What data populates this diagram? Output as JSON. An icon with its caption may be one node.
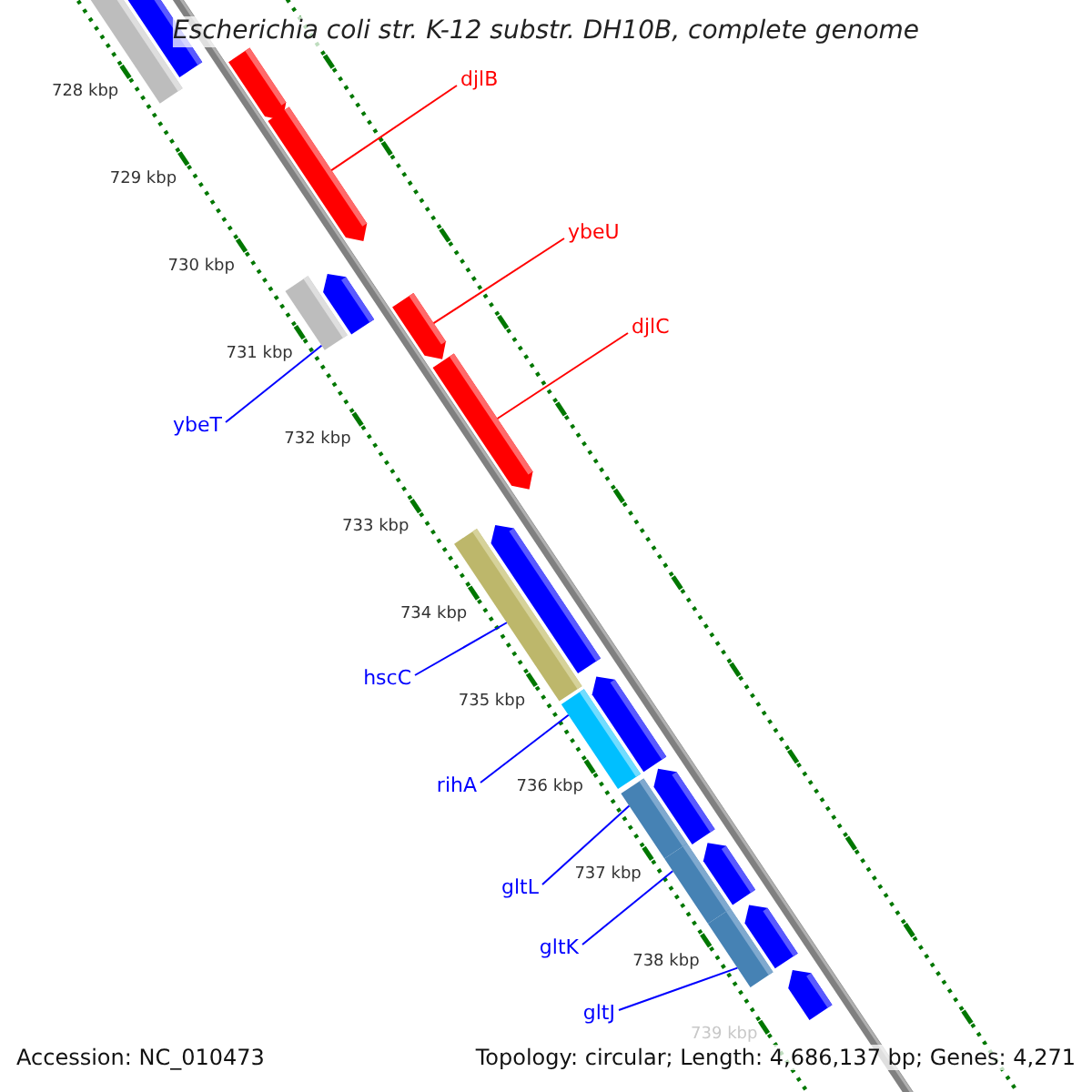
{
  "diagram": {
    "title": "Escherichia coli str. K-12 substr. DH10B, complete genome",
    "nodes": [
      {
        "text": [
          "djlB"
        ]
      },
      {
        "text": [
          "ybeU"
        ]
      },
      {
        "text": [
          "djlC"
        ]
      },
      {
        "text": [
          "ybeT"
        ]
      },
      {
        "text": [
          "hscC"
        ]
      },
      {
        "text": [
          "rihA"
        ]
      },
      {
        "text": [
          "gltL"
        ]
      },
      {
        "text": [
          "gltK"
        ]
      },
      {
        "text": [
          "gltJ"
        ]
      },
      {
        "text": [],
        "shape": "bar"
      },
      {
        "text": [],
        "shape": "bar"
      },
      {
        "text": [],
        "shape": "bar"
      },
      {
        "text": [],
        "shape": "bar"
      },
      {
        "text": [],
        "shape": "bar"
      },
      {
        "text": [],
        "shape": "bar"
      },
      {
        "text": [],
        "shape": "bar"
      },
      {
        "text": [],
        "shape": "bar"
      },
      {
        "text": [],
        "shape": "bar"
      },
      {
        "text": [],
        "shape": "bar"
      },
      {
        "text": [],
        "shape": "bar"
      },
      {
        "text": [],
        "shape": "bar"
      },
      {
        "text": [],
        "shape": "bar"
      },
      {
        "text": [],
        "shape": "bar"
      },
      {
        "text": [],
        "shape": "bar"
      },
      {
        "text": [],
        "shape": "bar"
      },
      {
        "text": [],
        "shape": "bar"
      },
      {
        "text": [],
        "shape": "bar"
      },
      {
        "text": [],
        "shape": "bar"
      }
    ],
    "edges": [
      {
        "from": 0,
        "to": 12,
        "arrow": "none",
        "color": "#ff0000"
      },
      {
        "from": 1,
        "to": 15,
        "arrow": "none",
        "color": "#ff0000"
      },
      {
        "from": 2,
        "to": 16,
        "arrow": "none",
        "color": "#ff0000"
      },
      {
        "from": 3,
        "to": 13,
        "arrow": "none"
      },
      {
        "from": 4,
        "to": 17,
        "arrow": "none"
      },
      {
        "from": 5,
        "to": 19,
        "arrow": "none"
      },
      {
        "from": 6,
        "to": 21,
        "arrow": "none"
      },
      {
        "from": 7,
        "to": 23,
        "arrow": "none"
      },
      {
        "from": 8,
        "to": 25,
        "arrow": "none"
      }
    ],
    "labels": [
      "728 kbp",
      "729 kbp",
      "730 kbp",
      "731 kbp",
      "732 kbp",
      "733 kbp",
      "734 kbp",
      "735 kbp",
      "736 kbp",
      "737 kbp",
      "738 kbp",
      "739 kbp",
      "Accession: NC_010473",
      "Topology: circular; Length: 4,686,137 bp; Genes: 4,271"
    ]
  }
}
